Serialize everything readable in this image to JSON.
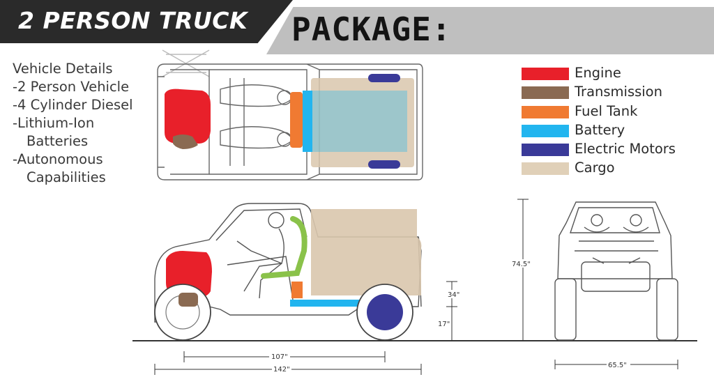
{
  "header": {
    "title": "2 PERSON TRUCK",
    "subtitle": "PACKAGE:"
  },
  "details": {
    "heading": "Vehicle Details",
    "lines": [
      {
        "text": "-2 Person Vehicle",
        "indent": false
      },
      {
        "text": "-4 Cylinder Diesel",
        "indent": false
      },
      {
        "text": "-Lithium-Ion",
        "indent": false
      },
      {
        "text": "Batteries",
        "indent": true
      },
      {
        "text": "-Autonomous",
        "indent": false
      },
      {
        "text": "Capabilities",
        "indent": true
      }
    ]
  },
  "legend": [
    {
      "label": "Engine",
      "color": "#e8202a"
    },
    {
      "label": "Transmission",
      "color": "#8a6a52"
    },
    {
      "label": "Fuel Tank",
      "color": "#f07a32"
    },
    {
      "label": "Battery",
      "color": "#22b5ef"
    },
    {
      "label": "Electric Motors",
      "color": "#3a3a98"
    },
    {
      "label": "Cargo",
      "color": "#e0d0b8"
    }
  ],
  "dimensions": {
    "wheelbase": "107\"",
    "length": "142\"",
    "ground_clearance": "17\"",
    "deck_height": "34\"",
    "height": "74.5\"",
    "width": "65.5\""
  }
}
